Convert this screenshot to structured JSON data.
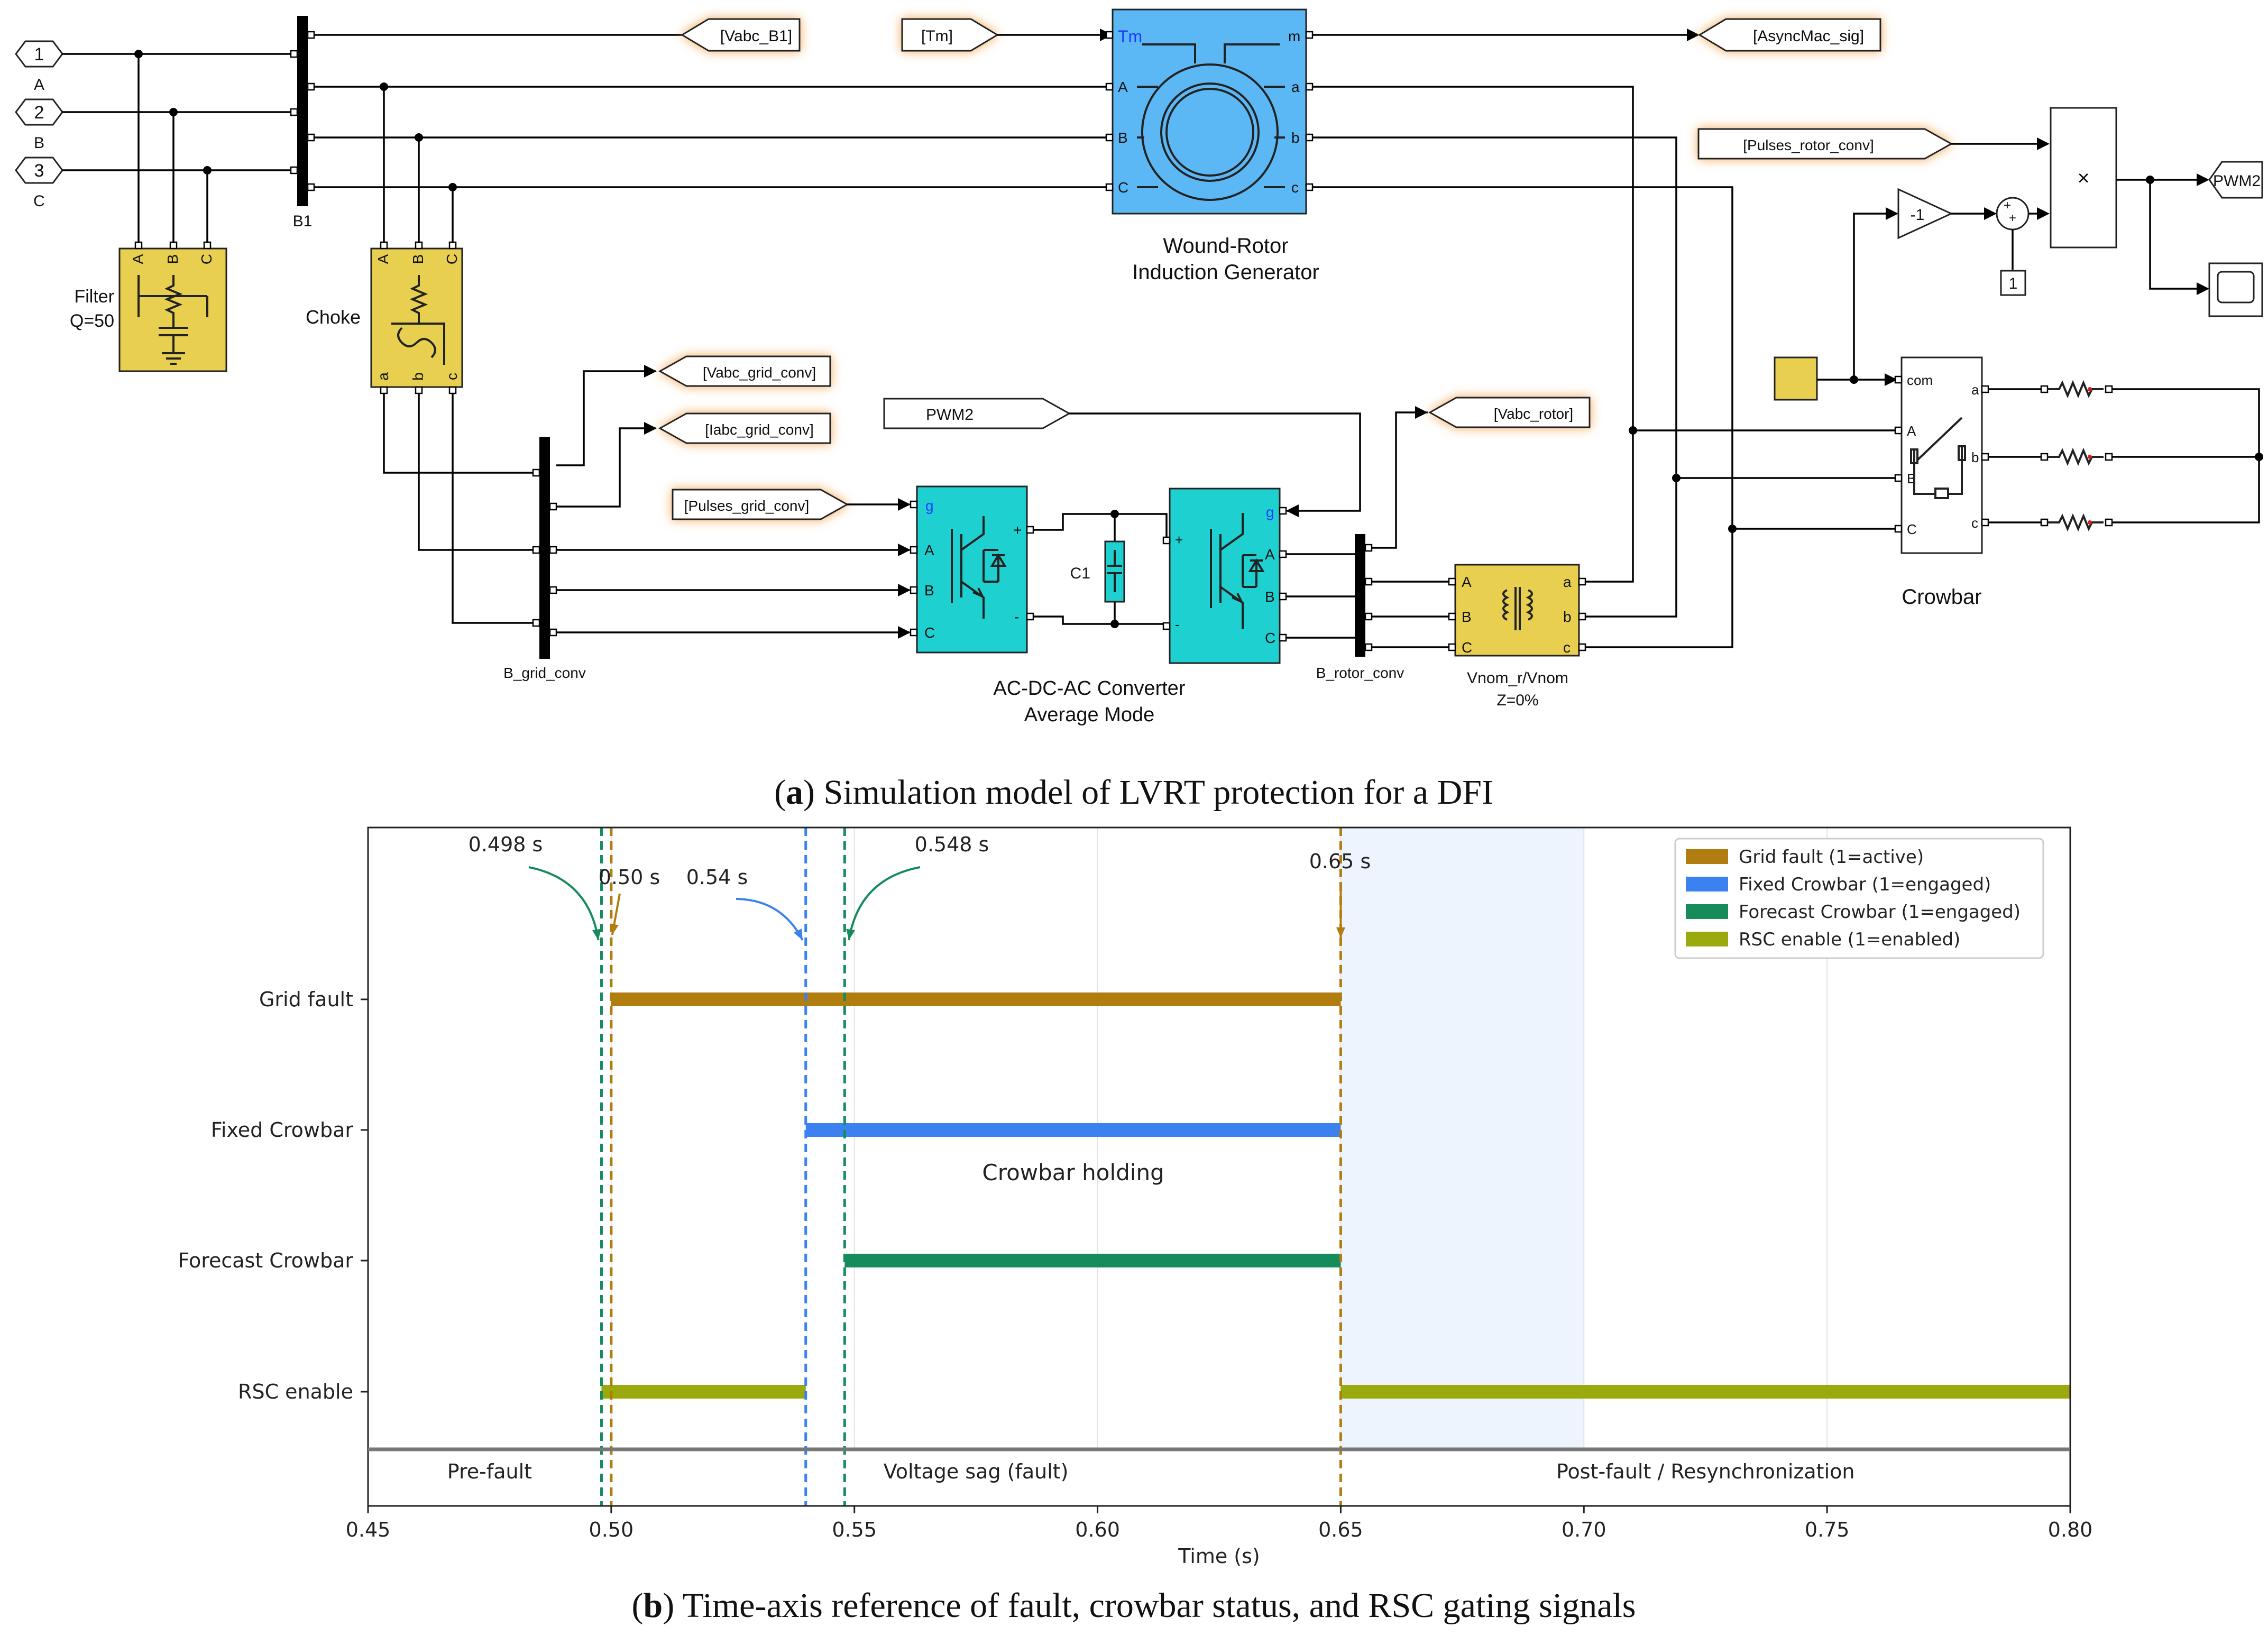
{
  "captions": {
    "a_letter": "a",
    "a_text": ") Simulation model of LVRT protection for a DFI",
    "b_letter": "b",
    "b_text": ") Time-axis reference of fault, crowbar status, and RSC gating signals"
  },
  "diagram": {
    "inports": [
      {
        "num": "1",
        "label": "A"
      },
      {
        "num": "2",
        "label": "B"
      },
      {
        "num": "3",
        "label": "C"
      }
    ],
    "bus_b1": "B1",
    "filter": {
      "line1": "Filter",
      "line2": "Q=50",
      "ports": [
        "A",
        "B",
        "C"
      ]
    },
    "choke": {
      "label": "Choke",
      "ports_top": [
        "A",
        "B",
        "C"
      ],
      "ports_bottom": [
        "a",
        "b",
        "c"
      ]
    },
    "tags": {
      "vabc_b1": "[Vabc_B1]",
      "tm": "[Tm]",
      "asyncmac": "[AsyncMac_sig]",
      "pulses_rotor": "[Pulses_rotor_conv]",
      "vabc_grid": "[Vabc_grid_conv]",
      "iabc_grid": "[Iabc_grid_conv]",
      "pulses_grid": "[Pulses_grid_conv]",
      "pwm2_from": "PWM2",
      "vabc_rotor": "[Vabc_rotor]",
      "pwm2_goto": "PWM2"
    },
    "generator": {
      "line1": "Wound-Rotor",
      "line2": "Induction Generator",
      "port_tm": "Tm",
      "port_m": "m",
      "ports_left": [
        "A",
        "B",
        "C"
      ],
      "ports_right": [
        "a",
        "b",
        "c"
      ]
    },
    "converter": {
      "line1": "AC-DC-AC Converter",
      "line2": "Average Mode",
      "port_g": "g",
      "ports_left": [
        "A",
        "B",
        "C"
      ],
      "ports_right": [
        "A",
        "B",
        "C"
      ],
      "plus": "+",
      "minus": "-",
      "cap": "C1"
    },
    "bus_grid_conv": "B_grid_conv",
    "bus_rotor_conv": "B_rotor_conv",
    "transformer": {
      "line1": "Vnom_r/Vnom",
      "line2": "Z=0%",
      "ports_left": [
        "A",
        "B",
        "C"
      ],
      "ports_right": [
        "a",
        "b",
        "c"
      ]
    },
    "crowbar": {
      "label": "Crowbar",
      "port_com": "com",
      "ports_left": [
        "A",
        "B",
        "C"
      ],
      "ports_right": [
        "a",
        "b",
        "c"
      ]
    },
    "gain": "-1",
    "constant": "1",
    "product": "×",
    "sum_signs": "+"
  },
  "chart_data": {
    "type": "timeline",
    "xlabel": "Time (s)",
    "xlim": [
      0.45,
      0.8
    ],
    "xticks": [
      "0.45",
      "0.50",
      "0.55",
      "0.60",
      "0.65",
      "0.70",
      "0.75",
      "0.80"
    ],
    "grid": true,
    "legend_position": "top-right",
    "rows": [
      "Grid fault",
      "Fixed Crowbar",
      "Forecast Crowbar",
      "RSC enable"
    ],
    "series": [
      {
        "name": "Grid fault (1=active)",
        "color": "#b07d0e",
        "row": "Grid fault",
        "segments": [
          [
            0.5,
            0.65
          ]
        ]
      },
      {
        "name": "Fixed Crowbar (1=engaged)",
        "color": "#3b82f0",
        "row": "Fixed Crowbar",
        "segments": [
          [
            0.54,
            0.65
          ]
        ]
      },
      {
        "name": "Forecast Crowbar (1=engaged)",
        "color": "#168c5c",
        "row": "Forecast Crowbar",
        "segments": [
          [
            0.548,
            0.65
          ]
        ]
      },
      {
        "name": "RSC enable (1=enabled)",
        "color": "#9aaa0e",
        "row": "RSC enable",
        "segments": [
          [
            0.498,
            0.54
          ],
          [
            0.65,
            0.8
          ]
        ]
      }
    ],
    "markers": [
      {
        "x": 0.498,
        "color": "#168c5c",
        "label": "0.498 s"
      },
      {
        "x": 0.5,
        "color": "#b07d0e",
        "label": "0.50 s"
      },
      {
        "x": 0.54,
        "color": "#3b82f0",
        "label": "0.54 s"
      },
      {
        "x": 0.548,
        "color": "#168c5c",
        "label": "0.548 s"
      },
      {
        "x": 0.65,
        "color": "#b07d0e",
        "label": "0.65 s"
      }
    ],
    "shaded_region": {
      "from": 0.65,
      "to": 0.7,
      "color": "#eef4fd"
    },
    "annotations": [
      {
        "text": "Crowbar holding",
        "x": 0.595,
        "row": "Fixed Crowbar"
      }
    ],
    "phases": [
      {
        "text": "Pre-fault",
        "x": 0.475
      },
      {
        "text": "Voltage sag (fault)",
        "x": 0.575
      },
      {
        "text": "Post-fault / Resynchronization",
        "x": 0.725
      }
    ]
  }
}
